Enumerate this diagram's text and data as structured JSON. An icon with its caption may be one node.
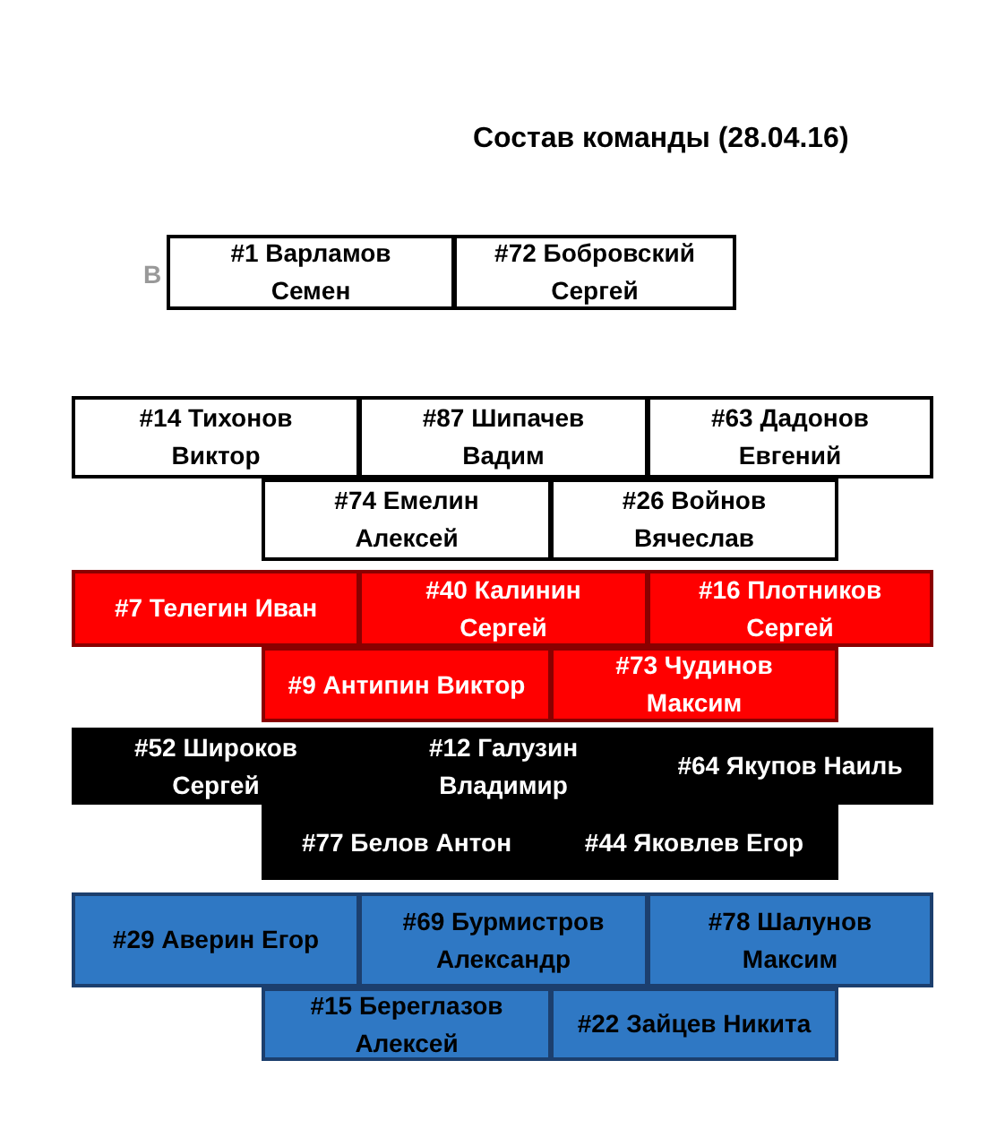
{
  "diagram": {
    "title": "Состав команды (28.04.16)",
    "nodes": [
      {
        "text": [
          "#1 Варламов Семен"
        ]
      },
      {
        "text": [
          "#72 Бобровский Сергей"
        ]
      },
      {
        "text": [
          "#14 Тихонов Виктор"
        ]
      },
      {
        "text": [
          "#87 Шипачев Вадим"
        ]
      },
      {
        "text": [
          "#63 Дадонов Евгений"
        ]
      },
      {
        "text": [
          "#74 Емелин Алексей"
        ]
      },
      {
        "text": [
          "#26 Войнов Вячеслав"
        ]
      },
      {
        "text": [
          "#7 Телегин Иван"
        ]
      },
      {
        "text": [
          "#40 Калинин Сергей"
        ]
      },
      {
        "text": [
          "#16 Плотников Сергей"
        ]
      },
      {
        "text": [
          "#9 Антипин Виктор"
        ]
      },
      {
        "text": [
          "#73 Чудинов Максим"
        ]
      },
      {
        "text": [
          "#52 Широков Сергей"
        ]
      },
      {
        "text": [
          "#12 Галузин Владимир"
        ]
      },
      {
        "text": [
          "#64 Якупов Наиль"
        ]
      },
      {
        "text": [
          "#77 Белов Антон"
        ]
      },
      {
        "text": [
          "#44 Яковлев Егор"
        ]
      },
      {
        "text": [
          "#29 Аверин Егор"
        ]
      },
      {
        "text": [
          "#69 Бурмистров Александр"
        ]
      },
      {
        "text": [
          "#78 Шалунов Максим"
        ]
      },
      {
        "text": [
          "#15 Береглазов Алексей"
        ]
      },
      {
        "text": [
          "#22 Зайцев Никита"
        ]
      }
    ],
    "labels": [
      "В"
    ]
  }
}
